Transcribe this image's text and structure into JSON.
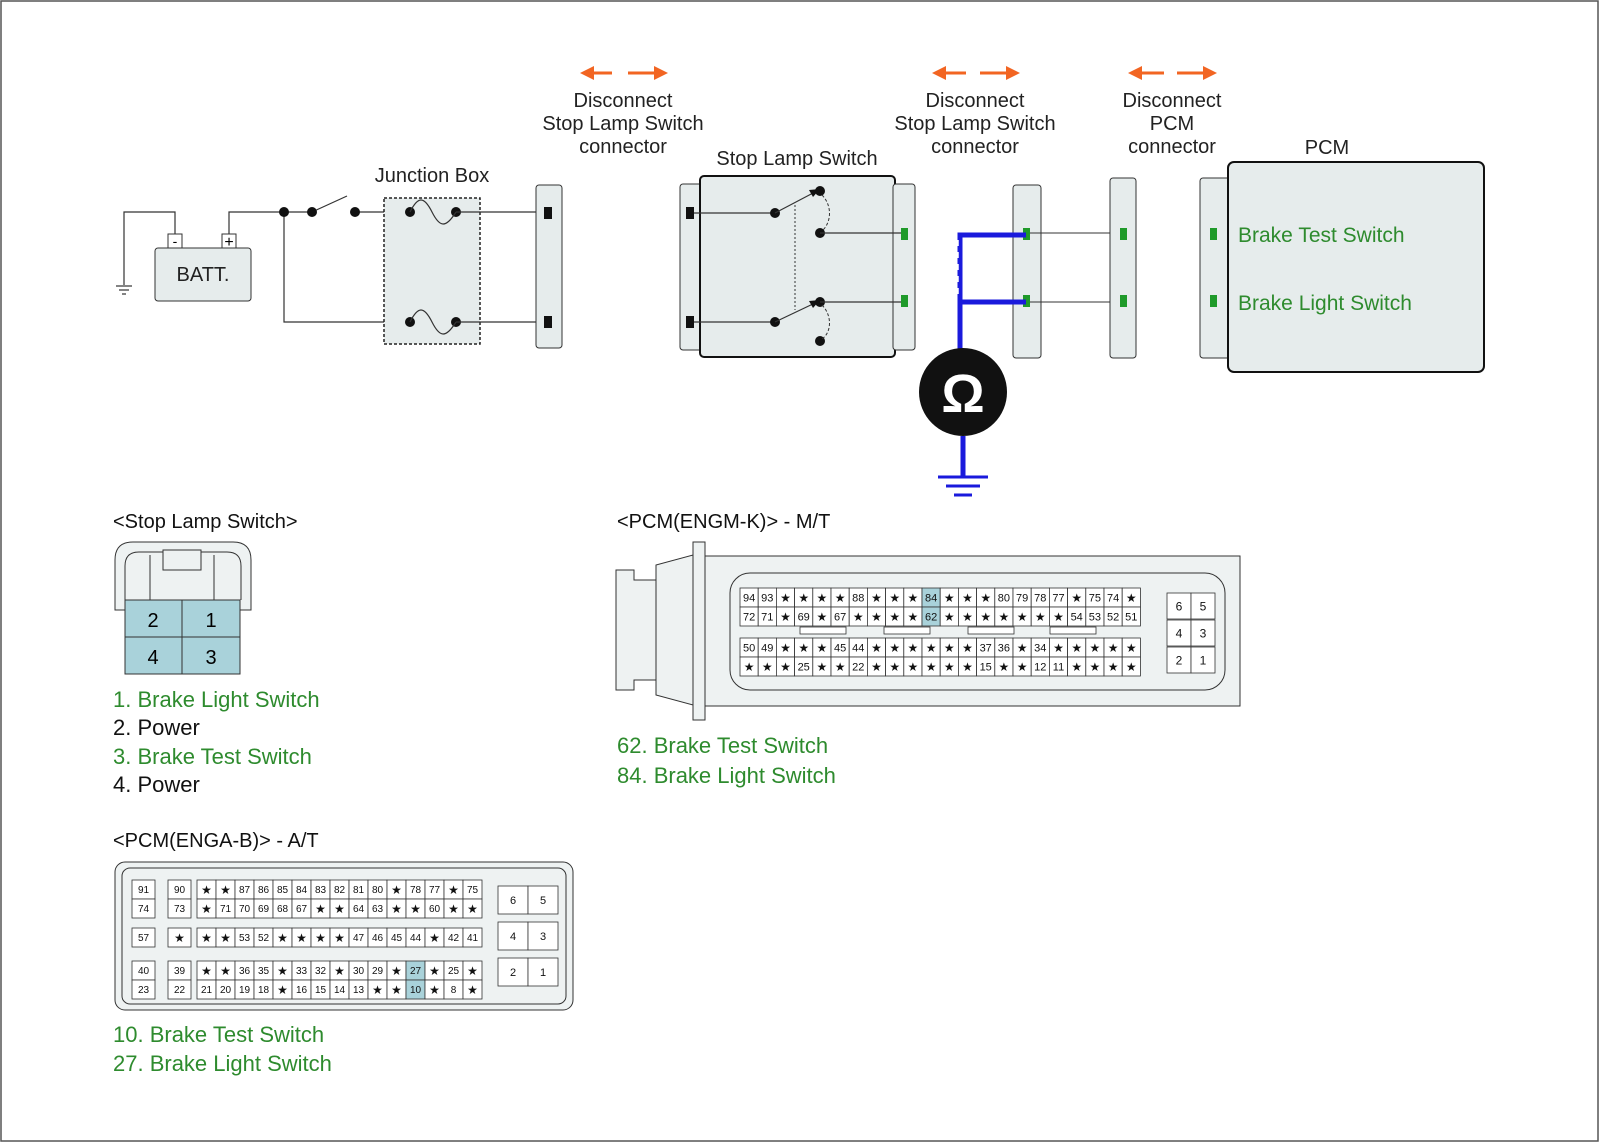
{
  "battery": {
    "label": "BATT.",
    "minus": "-",
    "plus": "+"
  },
  "labels": {
    "junction_box": "Junction Box",
    "stop_lamp_switch": "Stop Lamp Switch",
    "pcm": "PCM",
    "disconnect_1": [
      "Disconnect",
      "Stop Lamp Switch",
      "connector"
    ],
    "disconnect_2": [
      "Disconnect",
      "Stop Lamp Switch",
      "connector"
    ],
    "disconnect_3": [
      "Disconnect",
      "PCM",
      "connector"
    ],
    "pcm_pins": [
      "Brake Test Switch",
      "Brake Light Switch"
    ]
  },
  "ohmmeter": {
    "symbol": "Ω"
  },
  "colors": {
    "highlight_pin": "#a9d2da",
    "signal_green": "#2e8b2e",
    "probe_blue": "#1a1adc",
    "arrow_orange": "#f26522"
  },
  "stop_lamp_connector": {
    "title": "<Stop Lamp Switch>",
    "grid": [
      "2",
      "1",
      "4",
      "3"
    ],
    "legend": [
      "1. Brake Light Switch",
      "2. Power",
      "3. Brake Test Switch",
      "4. Power"
    ]
  },
  "pcm_at": {
    "title": "<PCM(ENGA-B)> - A/T",
    "highlighted": [
      "27",
      "10"
    ],
    "rows": [
      [
        "91",
        "90",
        "★",
        "★",
        "87",
        "86",
        "85",
        "84",
        "83",
        "82",
        "81",
        "80",
        "★",
        "78",
        "77",
        "★",
        "75"
      ],
      [
        "74",
        "73",
        "★",
        "71",
        "70",
        "69",
        "68",
        "67",
        "★",
        "★",
        "64",
        "63",
        "★",
        "★",
        "60",
        "★",
        "★"
      ],
      [
        "57",
        "★",
        "★",
        "★",
        "53",
        "52",
        "★",
        "★",
        "★",
        "★",
        "47",
        "46",
        "45",
        "44",
        "★",
        "42",
        "41"
      ],
      [
        "40",
        "39",
        "★",
        "★",
        "36",
        "35",
        "★",
        "33",
        "32",
        "★",
        "30",
        "29",
        "★",
        "27",
        "★",
        "25",
        "★"
      ],
      [
        "23",
        "22",
        "21",
        "20",
        "19",
        "18",
        "★",
        "16",
        "15",
        "14",
        "13",
        "★",
        "★",
        "10",
        "★",
        "8",
        "★"
      ]
    ],
    "side": [
      [
        "6",
        "5"
      ],
      [
        "4",
        "3"
      ],
      [
        "2",
        "1"
      ]
    ],
    "legend": [
      "10. Brake Test Switch",
      "27. Brake Light Switch"
    ]
  },
  "pcm_mt": {
    "title": "<PCM(ENGM-K)> - M/T",
    "highlighted": [
      "84",
      "62"
    ],
    "rows": [
      [
        "94",
        "93",
        "★",
        "★",
        "★",
        "★",
        "88",
        "★",
        "★",
        "★",
        "84",
        "★",
        "★",
        "★",
        "80",
        "79",
        "78",
        "77",
        "★",
        "75",
        "74",
        "★"
      ],
      [
        "72",
        "71",
        "★",
        "69",
        "★",
        "67",
        "★",
        "★",
        "★",
        "★",
        "62",
        "★",
        "★",
        "★",
        "★",
        "★",
        "★",
        "★",
        "54",
        "53",
        "52",
        "51"
      ],
      [
        "50",
        "49",
        "★",
        "★",
        "★",
        "45",
        "44",
        "★",
        "★",
        "★",
        "★",
        "★",
        "★",
        "37",
        "36",
        "★",
        "34",
        "★",
        "★",
        "★",
        "★",
        "★"
      ],
      [
        "★",
        "★",
        "★",
        "25",
        "★",
        "★",
        "22",
        "★",
        "★",
        "★",
        "★",
        "★",
        "★",
        "15",
        "★",
        "★",
        "12",
        "11",
        "★",
        "★",
        "★",
        "★"
      ]
    ],
    "side": [
      [
        "6",
        "5"
      ],
      [
        "4",
        "3"
      ],
      [
        "2",
        "1"
      ]
    ],
    "legend": [
      "62. Brake Test Switch",
      "84. Brake Light Switch"
    ]
  }
}
